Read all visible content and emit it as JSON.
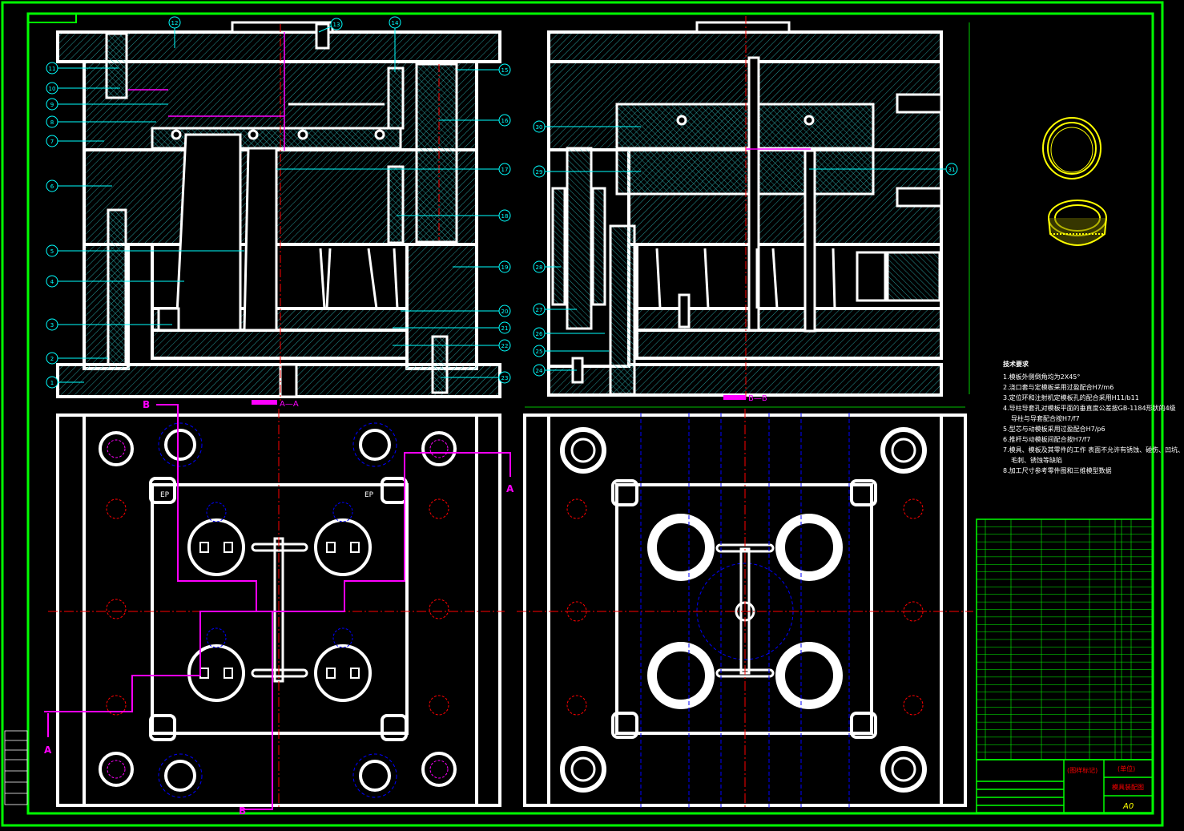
{
  "colors": {
    "frame": "#00ff00",
    "hatch": "#00ffff",
    "outline": "#ffffff",
    "center": "#ff0000",
    "annot": "#ff00ff",
    "hidden": "#0000ff",
    "iso": "#ffff00"
  },
  "views": {
    "section_aa": "A—A",
    "section_bb": "B—B"
  },
  "section_marks": {
    "a": "A",
    "b": "B"
  },
  "balloons_left": [
    "1",
    "2",
    "3",
    "4",
    "5",
    "6",
    "7",
    "8",
    "9",
    "10",
    "11",
    "12",
    "13",
    "14",
    "15",
    "16",
    "17",
    "18",
    "19",
    "20",
    "21",
    "22",
    "23"
  ],
  "balloons_right": [
    "24",
    "25",
    "26",
    "27",
    "28",
    "29",
    "30",
    "31"
  ],
  "tech_requirements": {
    "title": "技术要求",
    "items": [
      "1.模板外侧倒角均为2X45°",
      "2.浇口套与定模板采用过盈配合H7/m6",
      "3.定位环和注射机定模板孔的配合采用H11/b11",
      "4.导柱导套孔对模板平面的垂直度公差按GB-1184形状的4级",
      "导柱与导套配合按H7/f7",
      "5.型芯与动模板采用过盈配合H7/p6",
      "6.推杆与动模板间配合按H7/f7",
      "7.模具、模板及其零件的工作 表面不允许有锈蚀、碰伤、凹坑、",
      "毛刺、锈蚀等缺陷",
      "8.加工尺寸参考零件图和三维模型数据"
    ]
  },
  "title_block": {
    "stamp": "(图样标记)",
    "unit": "(单位)",
    "drawing_name": "模具装配图",
    "sheet_size": "A0"
  },
  "ejector_labels": {
    "ep": "EP"
  }
}
